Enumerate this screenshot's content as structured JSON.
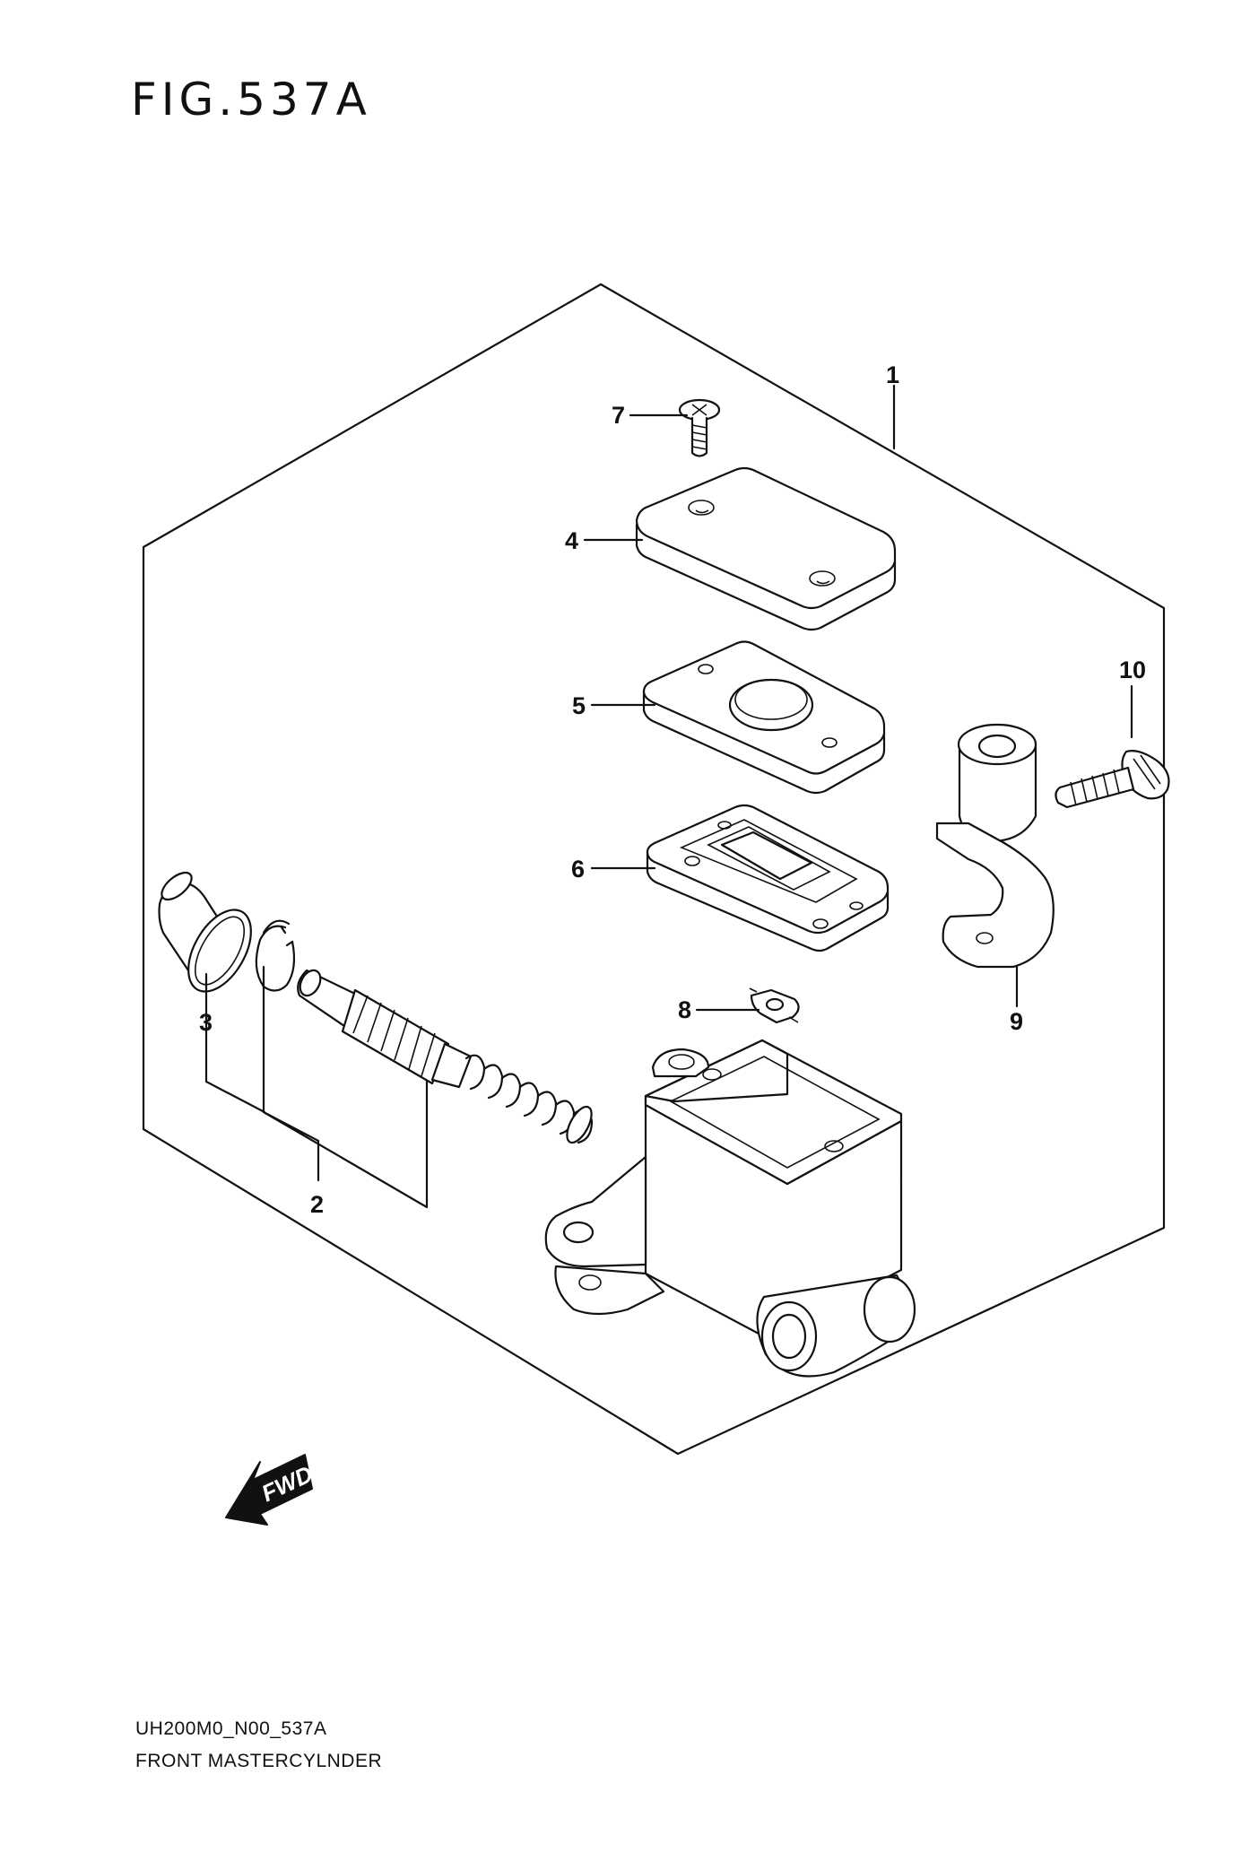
{
  "figure": {
    "title": "FIG.537A"
  },
  "callouts": [
    "1",
    "2",
    "3",
    "4",
    "5",
    "6",
    "7",
    "8",
    "9",
    "10"
  ],
  "fwd_label": "FWD",
  "footer": {
    "code": "UH200M0_N00_537A",
    "name": "FRONT MASTERCYLNDER"
  }
}
